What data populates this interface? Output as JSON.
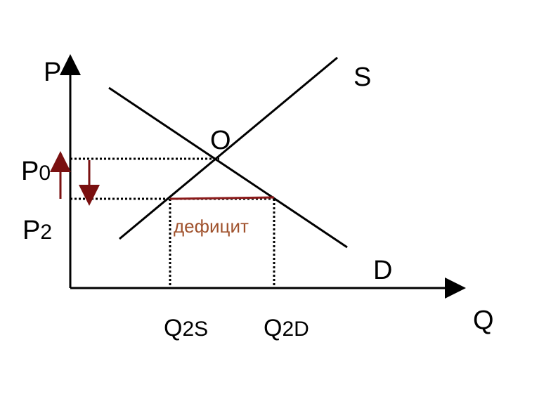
{
  "diagram": {
    "axis_y_label": "P",
    "axis_x_label": "Q",
    "supply_label": "S",
    "demand_label": "D",
    "equilibrium_label": "O",
    "p0": {
      "main": "P",
      "sub": "0"
    },
    "p2": {
      "main": "P",
      "sub": "2"
    },
    "q2s": {
      "main": "Q",
      "sub": "2S"
    },
    "q2d": {
      "main": "Q",
      "sub": "2D"
    },
    "deficit_label": "дефицит"
  },
  "colors": {
    "line": "#000000",
    "arrow_dark_red": "#7a1010",
    "deficit_text": "#a0522d",
    "deficit_line": "#8b1a1a"
  }
}
